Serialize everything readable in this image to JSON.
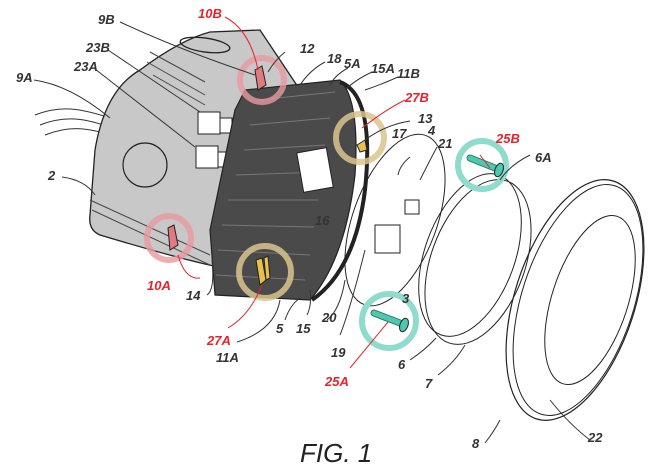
{
  "figure": {
    "caption": "FIG. 1",
    "colors": {
      "housing_fill": "#c8c8c8",
      "heatsink_fill": "#4a4a4a",
      "outline": "#222222",
      "highlight_red": "#e8222a",
      "ring_pink": "#e89aa0",
      "ring_tan": "#d9c48e",
      "ring_teal": "#8fdccd",
      "screw_teal": "#4ec9b0",
      "clip_yellow": "#e6c24a"
    },
    "labels": {
      "l_9A": "9A",
      "l_9B": "9B",
      "l_23B": "23B",
      "l_23A": "23A",
      "l_10B": "10B",
      "l_12": "12",
      "l_18": "18",
      "l_5A": "5A",
      "l_15A": "15A",
      "l_11B": "11B",
      "l_27B": "27B",
      "l_13": "13",
      "l_17": "17",
      "l_4": "4",
      "l_21": "21",
      "l_25B": "25B",
      "l_6A": "6A",
      "l_2": "2",
      "l_16": "16",
      "l_10A": "10A",
      "l_14": "14",
      "l_27A": "27A",
      "l_11A": "11A",
      "l_5": "5",
      "l_15": "15",
      "l_20": "20",
      "l_3": "3",
      "l_19": "19",
      "l_25A": "25A",
      "l_6": "6",
      "l_7": "7",
      "l_8": "8",
      "l_22": "22"
    },
    "highlighted_labels": [
      "10A",
      "10B",
      "25A",
      "25B",
      "27A",
      "27B"
    ]
  }
}
